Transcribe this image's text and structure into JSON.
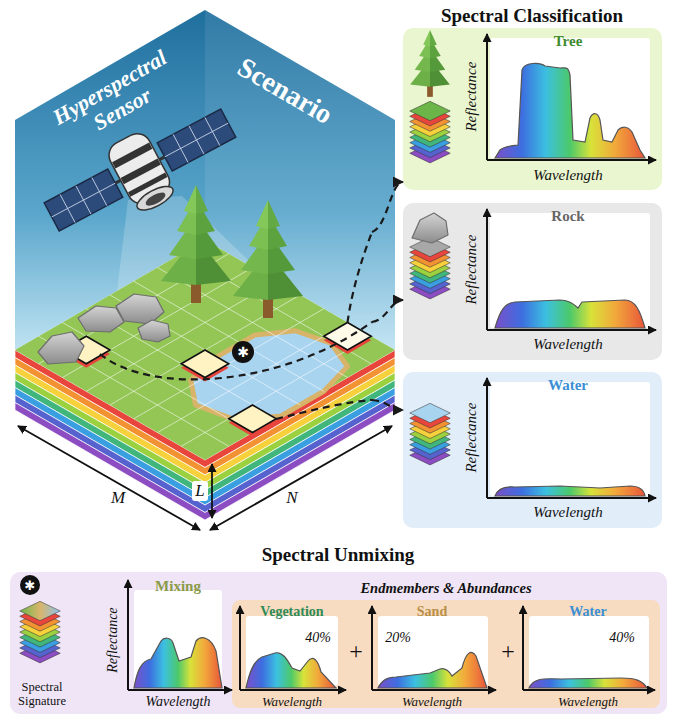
{
  "diagram": {
    "nodes": [
      {
        "text": [
          "Hyperspectral Sensor",
          "Scenario"
        ]
      },
      {
        "text": [
          "Tree",
          "Reflectance",
          "Wavelength"
        ]
      },
      {
        "text": [
          "Rock",
          "Reflectance",
          "Wavelength"
        ]
      },
      {
        "text": [
          "Water",
          "Reflectance",
          "Wavelength"
        ]
      },
      {
        "text": [
          "Spectral Unmixing"
        ]
      },
      {
        "text": [
          "Mixing",
          "Reflectance",
          "Wavelength"
        ],
        "in": 4
      },
      {
        "text": [
          "Endmembers & Abundances"
        ],
        "in": 4
      },
      {
        "text": [
          "Vegetation",
          "40%",
          "Wavelength"
        ],
        "in": 6
      },
      {
        "text": [
          "Sand",
          "20%",
          "Wavelength"
        ],
        "in": 6
      },
      {
        "text": [
          "Water",
          "40%",
          "Wavelength"
        ],
        "in": 6
      }
    ],
    "edges": [
      {
        "from": 0,
        "to": 1,
        "arrow": "to"
      },
      {
        "from": 0,
        "to": 2,
        "arrow": "to"
      },
      {
        "from": 0,
        "to": 3,
        "arrow": "to"
      }
    ],
    "labels": [
      "Spectral Classification",
      "✱",
      "M",
      "L",
      "N",
      "✱",
      "Spectral Signature",
      "+",
      "+"
    ]
  }
}
